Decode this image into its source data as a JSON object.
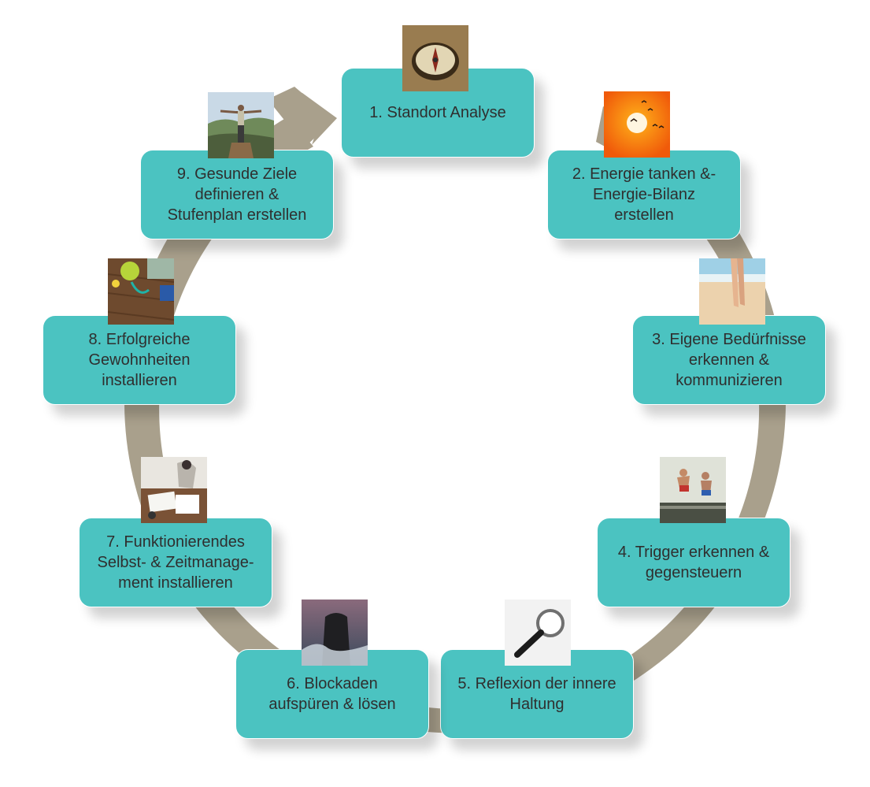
{
  "steps": [
    {
      "id": 1,
      "label": "1. Standort Analyse",
      "image": "compass"
    },
    {
      "id": 2,
      "label": "2. Energie tanken &-\nEnergie-Bilanz\nerstellen",
      "image": "sunset-birds"
    },
    {
      "id": 3,
      "label": "3. Eigene Bedürfnisse\nerkennen &\nkommunizieren",
      "image": "beach-walk"
    },
    {
      "id": 4,
      "label": "4. Trigger erkennen &\ngegensteuern",
      "image": "lake-jump"
    },
    {
      "id": 5,
      "label": "5. Reflexion der innere\nHaltung",
      "image": "magnifying-glass"
    },
    {
      "id": 6,
      "label": "6. Blockaden\naufspüren & lösen",
      "image": "rock-waves"
    },
    {
      "id": 7,
      "label": "7. Funktionierendes\nSelbst- & Zeitmanage-\nment installieren",
      "image": "desk-work"
    },
    {
      "id": 8,
      "label": "8. Erfolgreiche\nGewohnheiten\ninstallieren",
      "image": "apple-fitness"
    },
    {
      "id": 9,
      "label": "9. Gesunde Ziele\ndefinieren &\nStufenplan erstellen",
      "image": "summit-man"
    }
  ],
  "colors": {
    "box": "#4bc3c1",
    "ring": "#a9a08c",
    "text": "#2f2f2f"
  }
}
